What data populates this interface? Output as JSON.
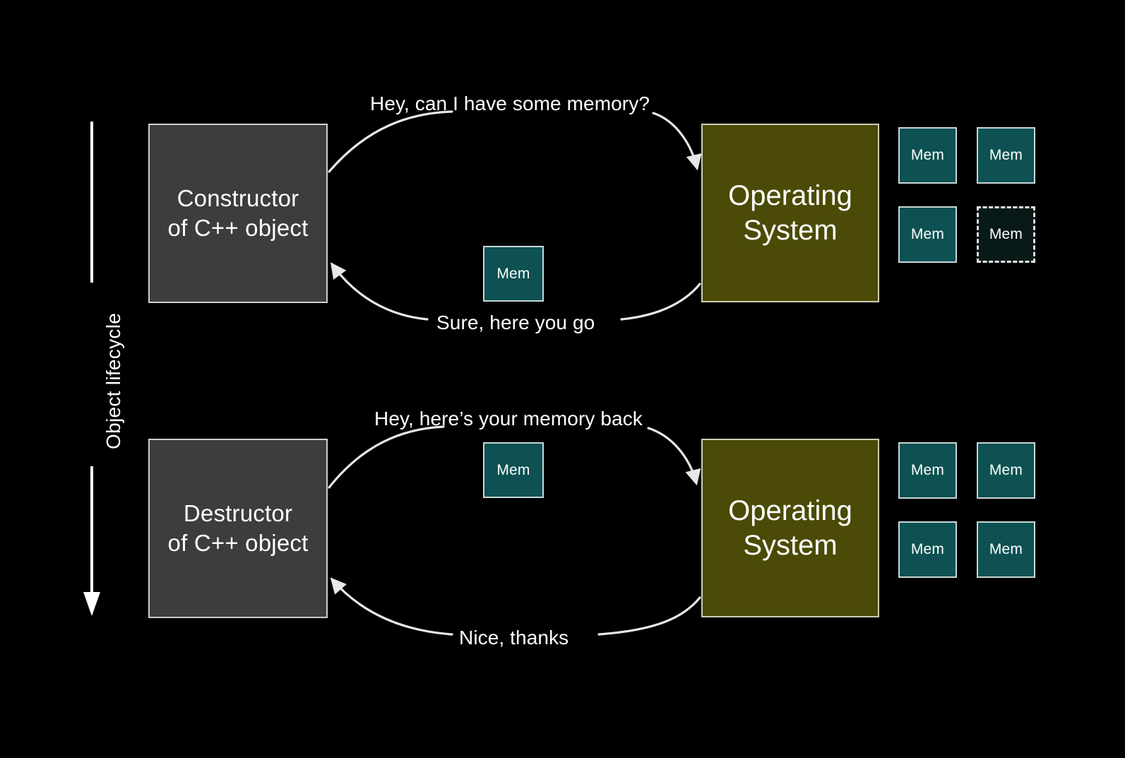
{
  "slide": {
    "background_color": "#000000",
    "axis": {
      "label": "Object lifecycle",
      "direction": "down"
    },
    "colors": {
      "actor_fill": "#3d3d3d",
      "actor_border": "#cfcfcf",
      "os_fill": "#4b4b07",
      "os_border": "#cdcdb4",
      "mem_fill": "#0d5152",
      "mem_border": "#c8d6d6",
      "mem_empty_fill": "#081a18",
      "mem_empty_border": "#e2e2e2",
      "arrow": "#e8e8e8",
      "text": "#ffffff"
    }
  },
  "phases": [
    {
      "id": "construction",
      "actor": {
        "label": "Constructor\nof C++ object"
      },
      "os": {
        "label": "Operating\nSystem"
      },
      "request_label": "Hey, can I have some memory?",
      "response_label": "Sure, here you go",
      "transit_chip": {
        "label": "Mem"
      },
      "memory_pool": [
        {
          "label": "Mem",
          "state": "allocated"
        },
        {
          "label": "Mem",
          "state": "allocated"
        },
        {
          "label": "Mem",
          "state": "allocated"
        },
        {
          "label": "Mem",
          "state": "free"
        }
      ]
    },
    {
      "id": "destruction",
      "actor": {
        "label": "Destructor\nof C++ object"
      },
      "os": {
        "label": "Operating\nSystem"
      },
      "request_label": "Hey, here’s your memory back",
      "response_label": "Nice, thanks",
      "transit_chip": {
        "label": "Mem"
      },
      "memory_pool": [
        {
          "label": "Mem",
          "state": "allocated"
        },
        {
          "label": "Mem",
          "state": "allocated"
        },
        {
          "label": "Mem",
          "state": "allocated"
        },
        {
          "label": "Mem",
          "state": "allocated"
        }
      ]
    }
  ]
}
